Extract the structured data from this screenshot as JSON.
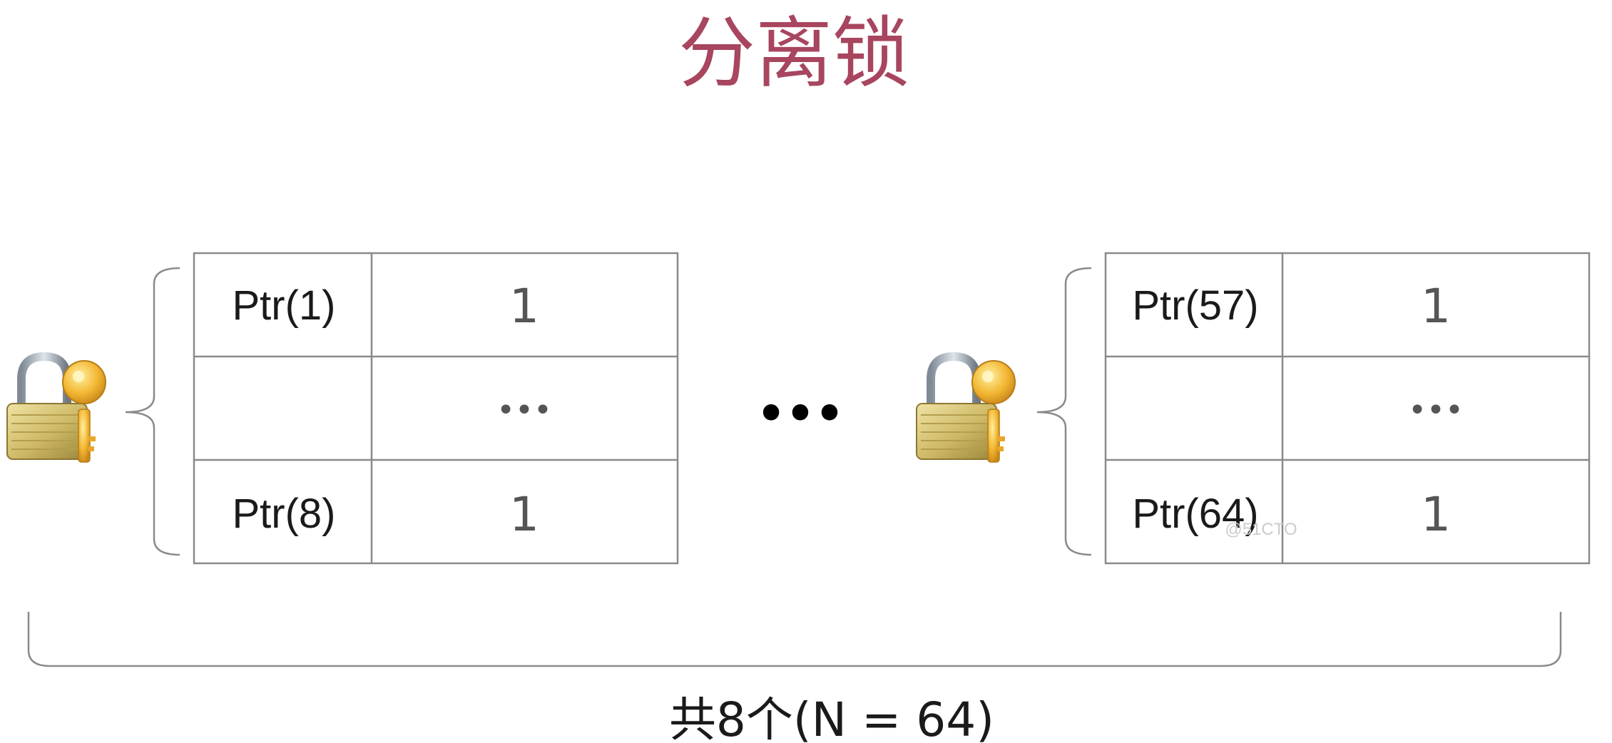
{
  "title": "分离锁",
  "colors": {
    "title": "#a8455f",
    "border": "#8a8a8a",
    "text": "#1a1a1a",
    "value_text": "#555555",
    "dots": "#000000",
    "cell_dots": "#555555",
    "watermark": "#cccccc"
  },
  "icons": {
    "lock": "lock-with-key-icon"
  },
  "segments": [
    {
      "rows": [
        {
          "label": "Ptr(1)",
          "value": "1"
        },
        {
          "label": "",
          "value": "•••"
        },
        {
          "label": "Ptr(8)",
          "value": "1"
        }
      ]
    },
    {
      "rows": [
        {
          "label": "Ptr(57)",
          "value": "1"
        },
        {
          "label": "",
          "value": "•••"
        },
        {
          "label": "Ptr(64)",
          "value": "1"
        }
      ]
    }
  ],
  "separator": "•••",
  "watermark": "@51CTO",
  "footer": "共8个(N = 64)"
}
